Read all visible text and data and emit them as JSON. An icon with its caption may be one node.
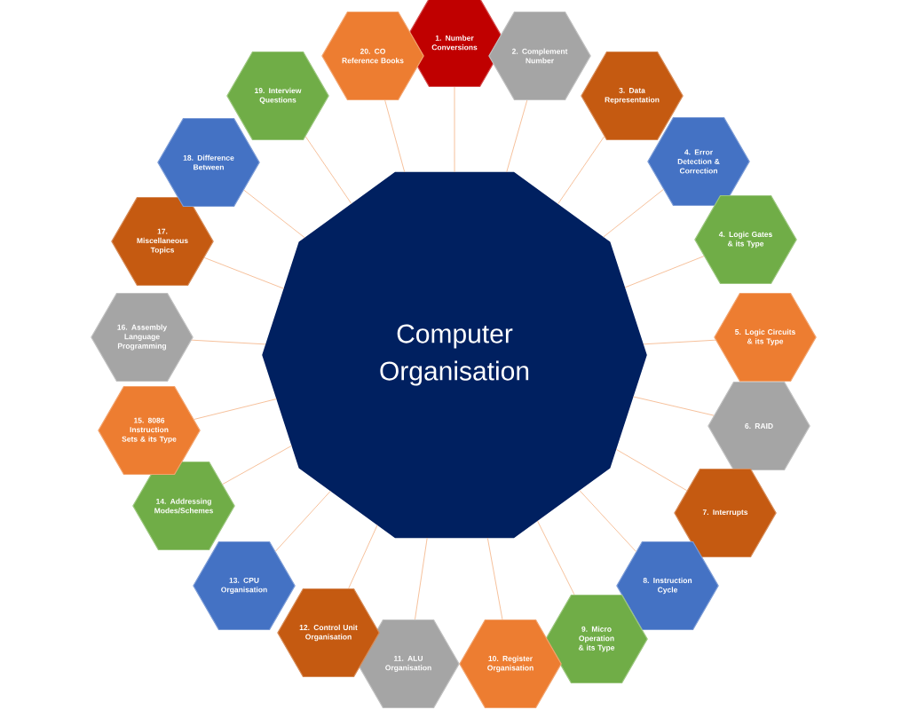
{
  "diagram": {
    "nodes": [
      {
        "text": [
          "Computer Organisation"
        ]
      },
      {
        "text": [
          "1. Number Conversions"
        ]
      },
      {
        "text": [
          "2. Complement Number"
        ]
      },
      {
        "text": [
          "3. Data Representation"
        ]
      },
      {
        "text": [
          "4. Error Detection & Correction"
        ]
      },
      {
        "text": [
          "4. Logic Gates & its Type"
        ]
      },
      {
        "text": [
          "5. Logic Circuits & its Type"
        ]
      },
      {
        "text": [
          "6. RAID"
        ]
      },
      {
        "text": [
          "7. Interrupts"
        ]
      },
      {
        "text": [
          "8. Instruction Cycle"
        ]
      },
      {
        "text": [
          "9. Micro Operation & its Type"
        ]
      },
      {
        "text": [
          "10. Register Organisation"
        ]
      },
      {
        "text": [
          "11. ALU Organisation"
        ]
      },
      {
        "text": [
          "12. Control Unit Organisation"
        ]
      },
      {
        "text": [
          "13. CPU Organisation"
        ]
      },
      {
        "text": [
          "14. Addressing Modes/Schemes"
        ]
      },
      {
        "text": [
          "15. 8086 Instruction Sets & its Type"
        ]
      },
      {
        "text": [
          "16. Assembly Language Programming"
        ]
      },
      {
        "text": [
          "17. Miscellaneous Topics"
        ]
      },
      {
        "text": [
          "18. Difference Between"
        ]
      },
      {
        "text": [
          "19. Interview Questions"
        ]
      },
      {
        "text": [
          "20. CO Reference Books"
        ]
      }
    ],
    "edges": [
      {
        "from": 0,
        "to": 1,
        "arrow": "none"
      },
      {
        "from": 0,
        "to": 2,
        "arrow": "none"
      },
      {
        "from": 0,
        "to": 3,
        "arrow": "none"
      },
      {
        "from": 0,
        "to": 4,
        "arrow": "none"
      },
      {
        "from": 0,
        "to": 5,
        "arrow": "none"
      },
      {
        "from": 0,
        "to": 6,
        "arrow": "none"
      },
      {
        "from": 0,
        "to": 7,
        "arrow": "none"
      },
      {
        "from": 0,
        "to": 8,
        "arrow": "none"
      },
      {
        "from": 0,
        "to": 9,
        "arrow": "none"
      },
      {
        "from": 0,
        "to": 10,
        "arrow": "none"
      },
      {
        "from": 0,
        "to": 11,
        "arrow": "none"
      },
      {
        "from": 0,
        "to": 12,
        "arrow": "none"
      },
      {
        "from": 0,
        "to": 13,
        "arrow": "none"
      },
      {
        "from": 0,
        "to": 14,
        "arrow": "none"
      },
      {
        "from": 0,
        "to": 15,
        "arrow": "none"
      },
      {
        "from": 0,
        "to": 16,
        "arrow": "none"
      },
      {
        "from": 0,
        "to": 17,
        "arrow": "none"
      },
      {
        "from": 0,
        "to": 18,
        "arrow": "none"
      },
      {
        "from": 0,
        "to": 19,
        "arrow": "none"
      },
      {
        "from": 0,
        "to": 20,
        "arrow": "none"
      },
      {
        "from": 0,
        "to": 21,
        "arrow": "none"
      }
    ]
  }
}
